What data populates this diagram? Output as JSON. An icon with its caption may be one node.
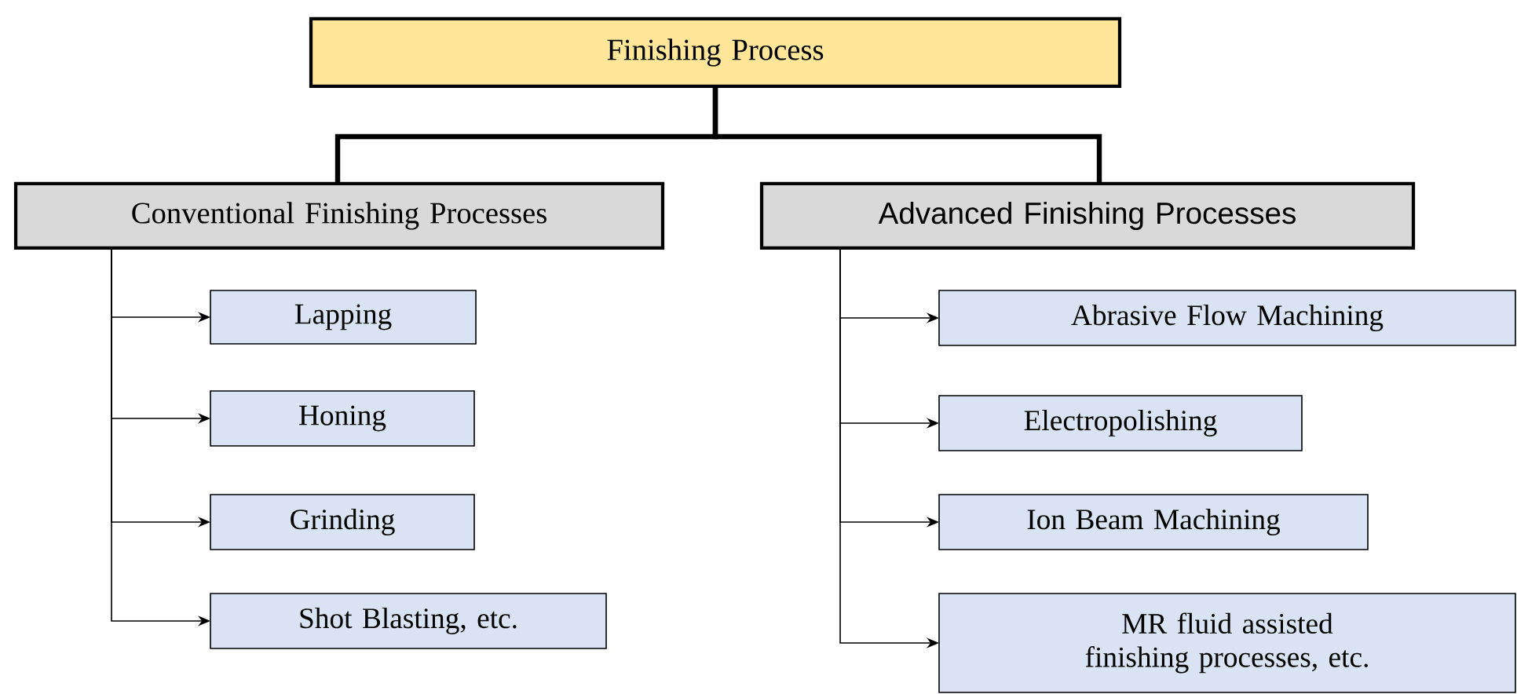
{
  "diagram": {
    "nodes": [
      {
        "text": [
          "Finishing Process"
        ]
      },
      {
        "text": [
          "Conventional Finishing Processes"
        ]
      },
      {
        "text": [
          "Advanced Finishing Processes"
        ]
      },
      {
        "text": [
          "Lapping"
        ]
      },
      {
        "text": [
          "Honing"
        ]
      },
      {
        "text": [
          "Grinding"
        ]
      },
      {
        "text": [
          "Shot Blasting, etc."
        ]
      },
      {
        "text": [
          "Abrasive Flow Machining"
        ]
      },
      {
        "text": [
          "Electropolishing"
        ]
      },
      {
        "text": [
          "Ion Beam Machining"
        ]
      },
      {
        "text": [
          "MR fluid assisted finishing processes, etc."
        ]
      }
    ],
    "edges": [
      {
        "from": 0,
        "to": 1,
        "arrow": "none",
        "style": "thick"
      },
      {
        "from": 0,
        "to": 2,
        "arrow": "none",
        "style": "thick"
      },
      {
        "from": 1,
        "to": 3,
        "arrow": "to"
      },
      {
        "from": 1,
        "to": 4,
        "arrow": "to"
      },
      {
        "from": 1,
        "to": 5,
        "arrow": "to"
      },
      {
        "from": 1,
        "to": 6,
        "arrow": "to"
      },
      {
        "from": 2,
        "to": 7,
        "arrow": "to"
      },
      {
        "from": 2,
        "to": 8,
        "arrow": "to"
      },
      {
        "from": 2,
        "to": 9,
        "arrow": "to"
      },
      {
        "from": 2,
        "to": 10,
        "arrow": "to"
      }
    ]
  }
}
